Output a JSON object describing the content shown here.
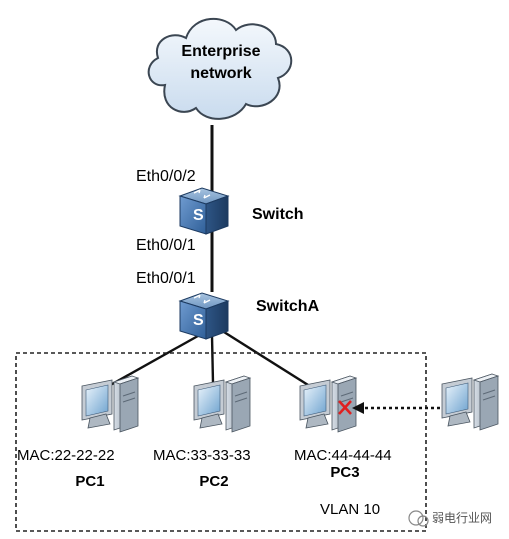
{
  "cloud": {
    "label_line1": "Enterprise",
    "label_line2": "network"
  },
  "switch_top": {
    "name": "Switch",
    "port_up": "Eth0/0/2",
    "port_down": "Eth0/0/1",
    "glyph": "S"
  },
  "switch_a": {
    "name": "SwitchA",
    "port_up": "Eth0/0/1",
    "glyph": "S"
  },
  "pcs": [
    {
      "name": "PC1",
      "mac": "MAC:22-22-22"
    },
    {
      "name": "PC2",
      "mac": "MAC:33-33-33"
    },
    {
      "name": "PC3",
      "mac": "MAC:44-44-44"
    }
  ],
  "vlan": {
    "label": "VLAN 10"
  },
  "watermark": {
    "text": "弱电行业网"
  },
  "colors": {
    "cloud_fill": "#dce8f5",
    "switch_fill": "#5b88b8",
    "block_mark": "#e02020"
  },
  "icons": {
    "blocked": "cross-mark-icon",
    "intruder": "pc-icon"
  }
}
